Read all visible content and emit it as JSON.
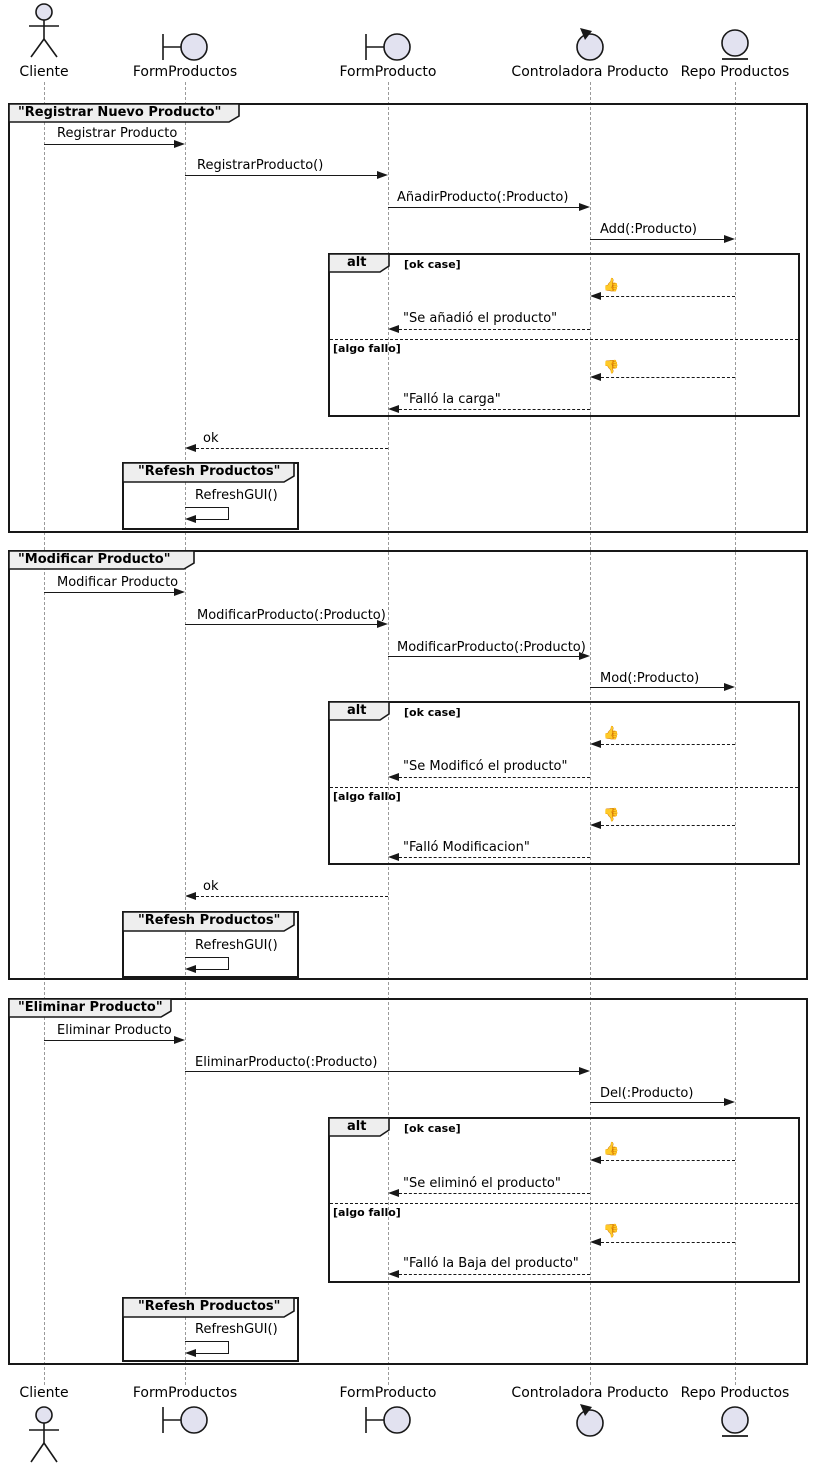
{
  "diagram_type": "uml-sequence-diagram",
  "colors": {
    "icon_fill": "#E2E2F0",
    "line": "#181818",
    "frame_label_bg": "#EEEEEE",
    "lifeline": "#9A9A9A"
  },
  "participants": {
    "p1": "Cliente",
    "p2": "FormProductos",
    "p3": "FormProducto",
    "p4": "Controladora Producto",
    "p5": "Repo Productos"
  },
  "f1": {
    "title": "\"Registrar Nuevo Producto\"",
    "m1": "Registrar Producto",
    "m2": "RegistrarProducto()",
    "m3": "AñadirProducto(:Producto)",
    "m4": "Add(:Producto)",
    "alt": {
      "op": "alt",
      "guard_ok": "[ok case]",
      "thumb_up": "👍",
      "ok_reply": "\"Se añadió el producto\"",
      "guard_fail": "[algo fallo]",
      "thumb_down": "👎",
      "fail_reply": "\"Falló la carga\""
    },
    "ok": "ok",
    "refresh": {
      "title": "\"Refesh Productos\"",
      "msg": "RefreshGUI()"
    }
  },
  "f2": {
    "title": "\"Modificar Producto\"",
    "m1": "Modificar Producto",
    "m2": "ModificarProducto(:Producto)",
    "m3": "ModificarProducto(:Producto)",
    "m4": "Mod(:Producto)",
    "alt": {
      "op": "alt",
      "guard_ok": "[ok case]",
      "thumb_up": "👍",
      "ok_reply": "\"Se Modificó el producto\"",
      "guard_fail": "[algo fallo]",
      "thumb_down": "👎",
      "fail_reply": "\"Falló Modificacion\""
    },
    "ok": "ok",
    "refresh": {
      "title": "\"Refesh Productos\"",
      "msg": "RefreshGUI()"
    }
  },
  "f3": {
    "title": "\"Eliminar Producto\"",
    "m1": "Eliminar Producto",
    "m2": "EliminarProducto(:Producto)",
    "m3": "Del(:Producto)",
    "alt": {
      "op": "alt",
      "guard_ok": "[ok case]",
      "thumb_up": "👍",
      "ok_reply": "\"Se eliminó el producto\"",
      "guard_fail": "[algo fallo]",
      "thumb_down": "👎",
      "fail_reply": "\"Falló la Baja del producto\""
    },
    "refresh": {
      "title": "\"Refesh Productos\"",
      "msg": "RefreshGUI()"
    }
  }
}
